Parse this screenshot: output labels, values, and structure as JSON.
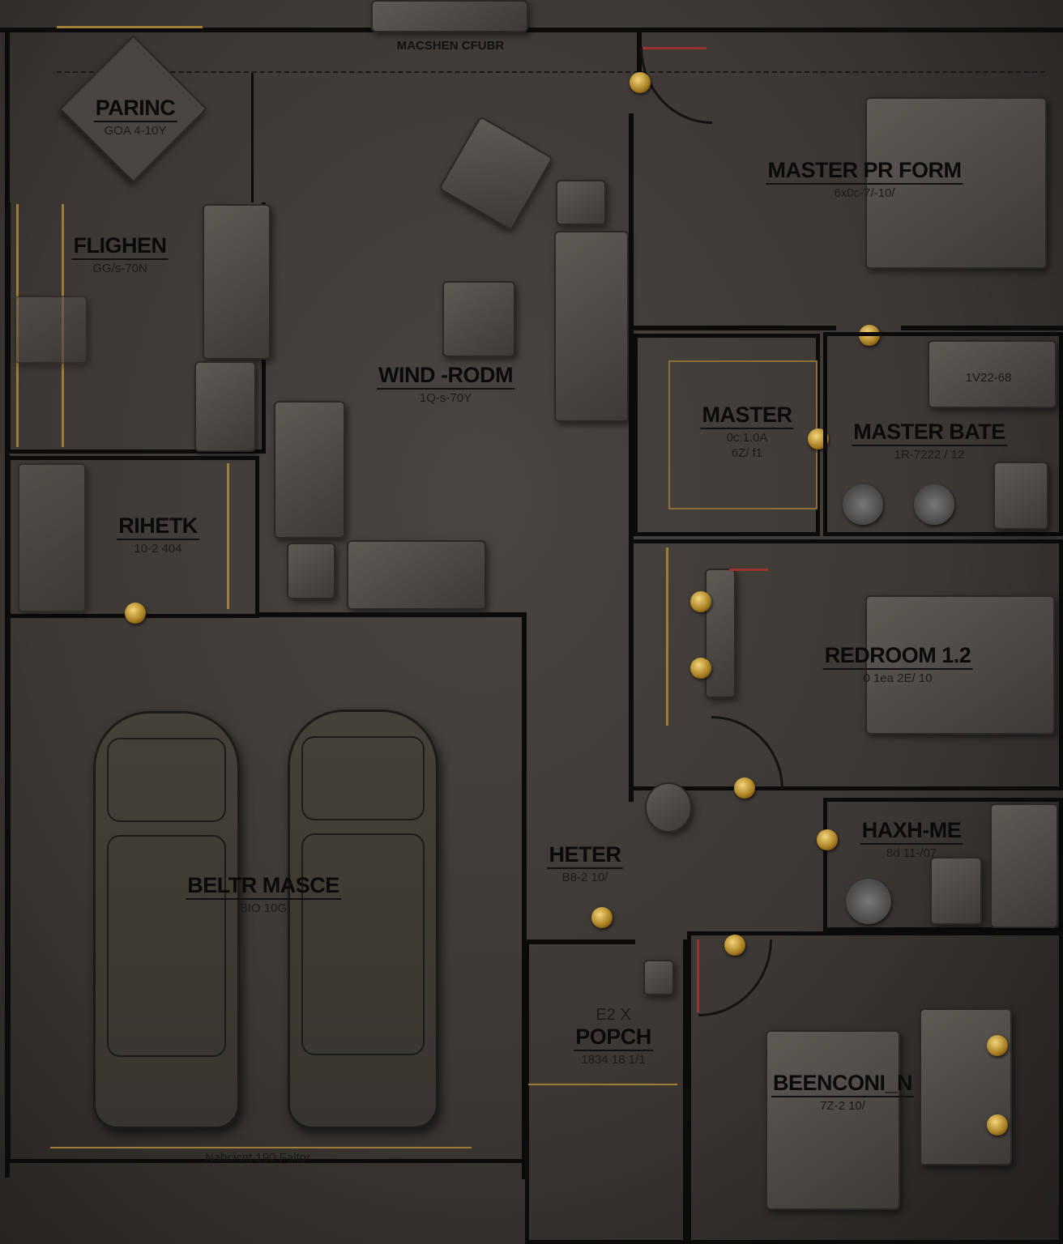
{
  "plan_title": "MACSHEN CFUBR",
  "rooms": {
    "parking": {
      "name": "PARINC",
      "dims": "GOA 4-10Y"
    },
    "kitchen": {
      "name": "FLIGHEN",
      "dims": "GG/s-70N"
    },
    "living": {
      "name": "WIND -RODM",
      "dims": "1Q-s-70Y"
    },
    "master_bedroom": {
      "name": "MASTER PR FORM",
      "dims": "6x0c-7/-10/"
    },
    "master_closet": {
      "name": "MASTER",
      "dims": "0c:1.0A",
      "dims2": "6Z/ f1"
    },
    "master_bath": {
      "name": "MASTER BATE",
      "dims": "1R-7222 / 12",
      "note": "1V22-68"
    },
    "pantry": {
      "name": "RIHETK",
      "dims": "10-2 404"
    },
    "bedroom2": {
      "name": "REDROOM 1.2",
      "dims": "0 1ea 2E/ 10"
    },
    "hall_bath": {
      "name": "HAXH-ME",
      "dims": "8d 11-/07"
    },
    "heater": {
      "name": "HETER",
      "dims": "B8-2 10/"
    },
    "garage": {
      "name": "BELTR MASCE",
      "dims": "BIO 10G",
      "footer": "Nabcicnt 190 Faltor"
    },
    "porch": {
      "name": "POPCH",
      "dims": "1834 18 1/1",
      "note": "E2 X"
    },
    "bedroom3": {
      "name": "BEENCONI_N",
      "dims": "7Z-2 10/"
    }
  },
  "colors": {
    "wall": "#0c0b0a",
    "accent_gold": "#9c7e3a",
    "accent_red": "#9a3330",
    "floor": "#453f3a"
  }
}
